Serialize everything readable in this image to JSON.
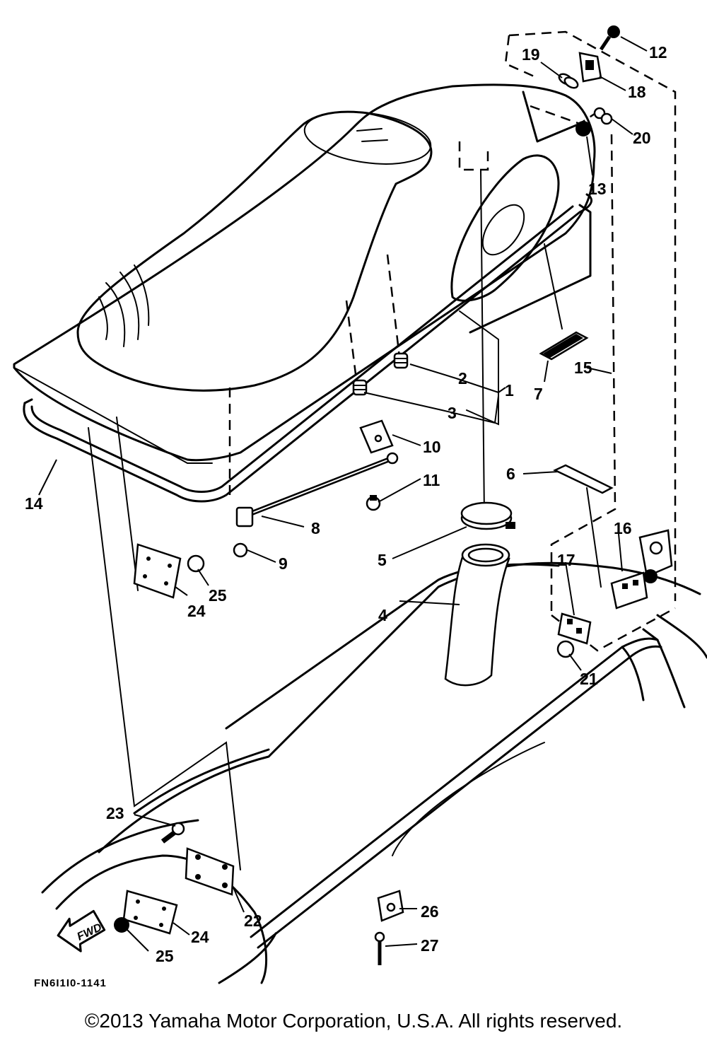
{
  "diagram": {
    "figure_code": "FN6I1I0-1141",
    "direction_label": "FWD",
    "callouts": [
      {
        "key": "c1",
        "label": "1"
      },
      {
        "key": "c2",
        "label": "2"
      },
      {
        "key": "c3",
        "label": "3"
      },
      {
        "key": "c4",
        "label": "4"
      },
      {
        "key": "c5",
        "label": "5"
      },
      {
        "key": "c6",
        "label": "6"
      },
      {
        "key": "c7",
        "label": "7"
      },
      {
        "key": "c8",
        "label": "8"
      },
      {
        "key": "c9",
        "label": "9"
      },
      {
        "key": "c10",
        "label": "10"
      },
      {
        "key": "c11",
        "label": "11"
      },
      {
        "key": "c12",
        "label": "12"
      },
      {
        "key": "c13",
        "label": "13"
      },
      {
        "key": "c14",
        "label": "14"
      },
      {
        "key": "c15",
        "label": "15"
      },
      {
        "key": "c16a",
        "label": "16"
      },
      {
        "key": "c16b",
        "label": "16"
      },
      {
        "key": "c17",
        "label": "17"
      },
      {
        "key": "c18",
        "label": "18"
      },
      {
        "key": "c19",
        "label": "19"
      },
      {
        "key": "c20",
        "label": "20"
      },
      {
        "key": "c21",
        "label": "21"
      },
      {
        "key": "c22",
        "label": "22"
      },
      {
        "key": "c23",
        "label": "23"
      },
      {
        "key": "c24a",
        "label": "24"
      },
      {
        "key": "c24b",
        "label": "24"
      },
      {
        "key": "c25a",
        "label": "25"
      },
      {
        "key": "c25b",
        "label": "25"
      },
      {
        "key": "c26",
        "label": "26"
      },
      {
        "key": "c27",
        "label": "27"
      }
    ]
  },
  "footer": {
    "copyright": "©2013 Yamaha Motor Corporation, U.S.A. All rights reserved."
  }
}
